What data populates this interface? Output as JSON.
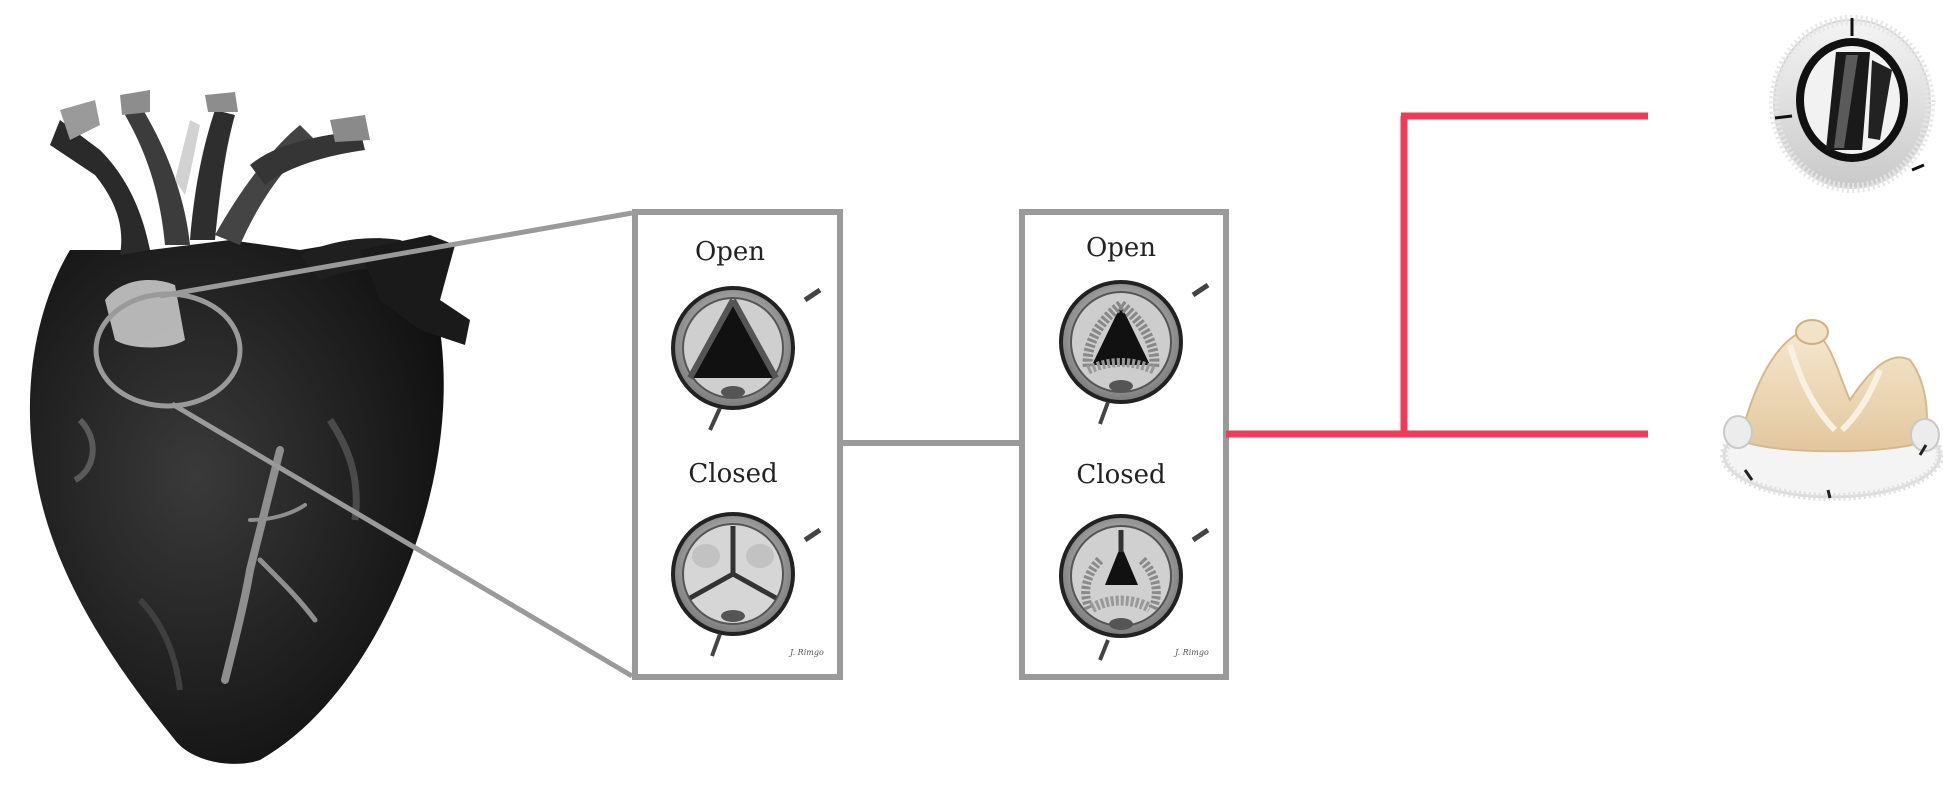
{
  "panels": [
    {
      "id": "normal-valve",
      "open_label": "Open",
      "closed_label": "Closed"
    },
    {
      "id": "diseased-valve",
      "open_label": "Open",
      "closed_label": "Closed"
    }
  ],
  "signature": "J. Rimgo",
  "colors": {
    "connector_gray": "#9a9a9a",
    "branch_red": "#f03a5a",
    "heart_dark": "#1c1c1c"
  },
  "icons": [
    "heart-illustration",
    "mechanical-valve-icon",
    "bioprosthetic-valve-icon"
  ]
}
